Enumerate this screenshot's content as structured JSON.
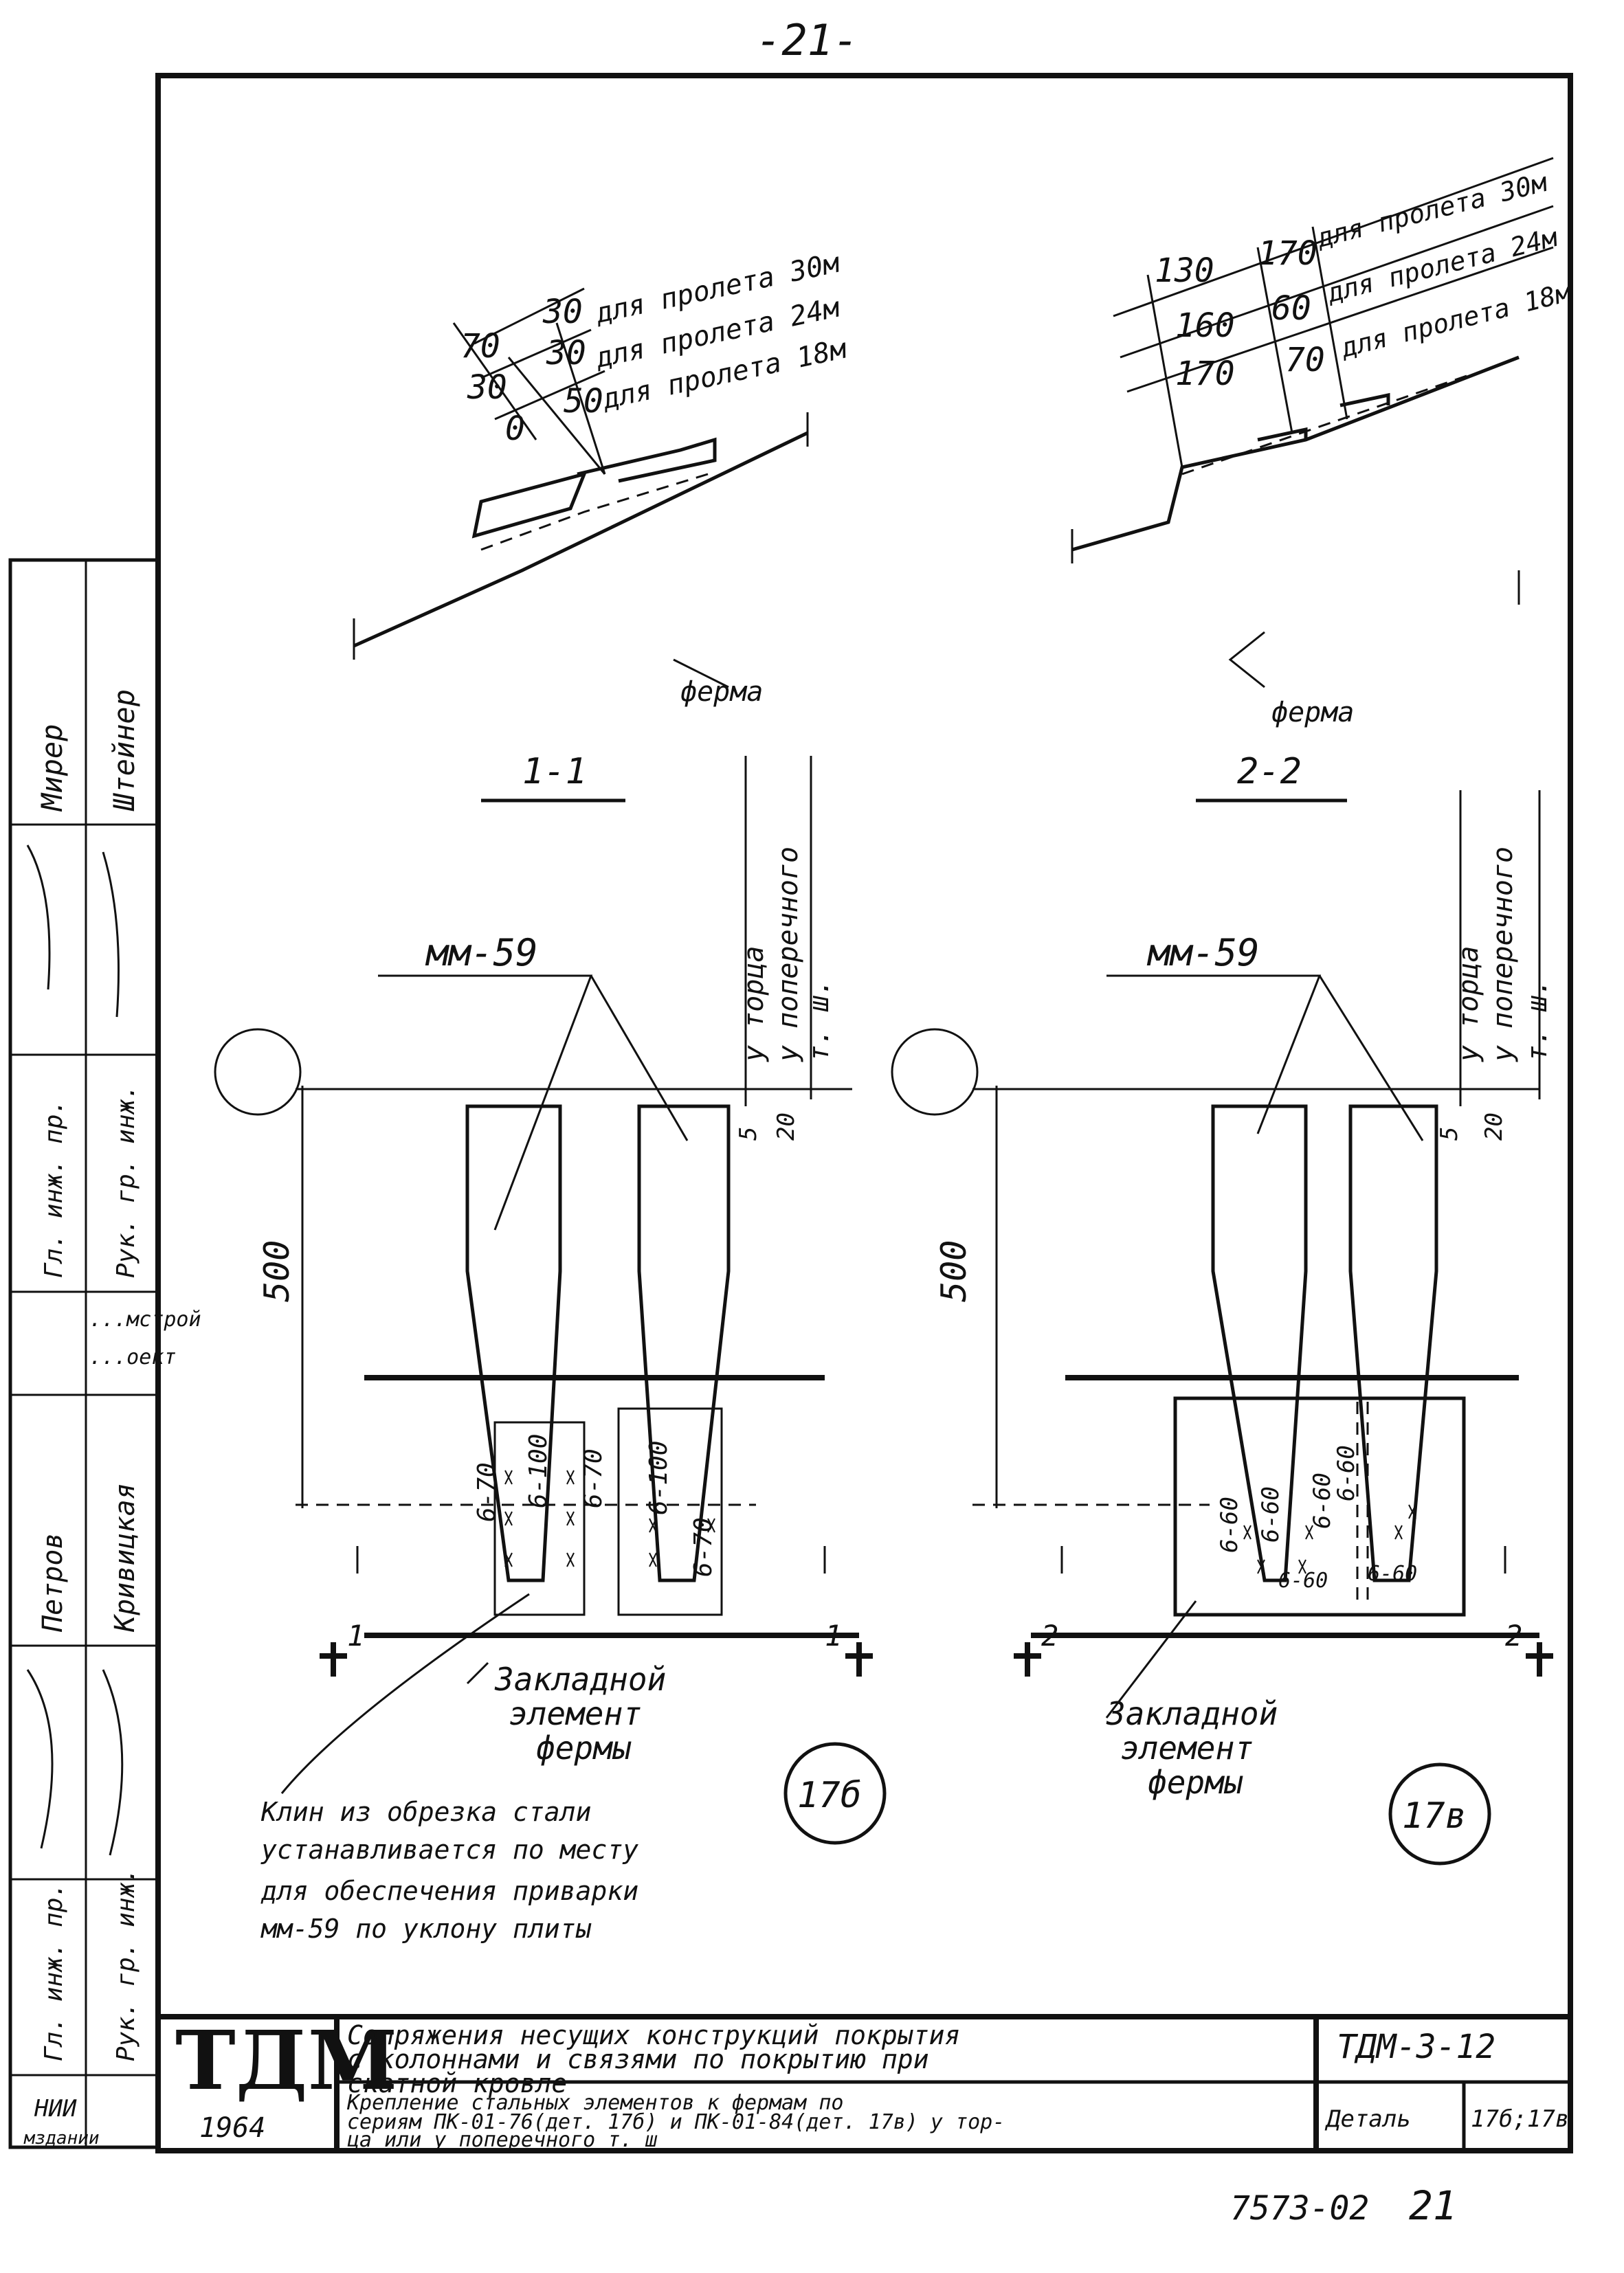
{
  "page_number": "-21-",
  "footer_stamp": "7573-02",
  "footer_page": "21",
  "sections": {
    "section1": "1-1",
    "section2": "2-2"
  },
  "top_left": {
    "dims": [
      "70",
      "30",
      "0",
      "30",
      "30",
      "50"
    ],
    "lines": [
      "для пролета 30м",
      "для пролета 24м",
      "для пролета 18м"
    ],
    "label": "ферма"
  },
  "top_right": {
    "dims": [
      "130",
      "160",
      "170",
      "170",
      "60",
      "70"
    ],
    "lines": [
      "для пролета 30м",
      "для пролета 24м",
      "для пролета 18м"
    ],
    "label": "ферма"
  },
  "bottom_left": {
    "part": "мм-59",
    "vertical_labels": [
      "у торца",
      "у поперечного",
      "т. ш."
    ],
    "dim_500": "500",
    "dim_5": "5",
    "dim_20": "20",
    "welds": [
      "6-70",
      "6-100",
      "6-70",
      "6-100",
      "6-70"
    ],
    "embedded": [
      "Закладной",
      "элемент",
      "фермы"
    ],
    "cut_marks": [
      "1",
      "1"
    ],
    "detail": "17б",
    "note": [
      "Клин из обрезка стали",
      "устанавливается по месту",
      "для обеспечения приварки",
      "мм-59 по уклону плиты"
    ]
  },
  "bottom_right": {
    "part": "мм-59",
    "vertical_labels": [
      "у торца",
      "у поперечного",
      "т. ш."
    ],
    "dim_500": "500",
    "dim_5": "5",
    "dim_20": "20",
    "welds": [
      "6-60",
      "6-60",
      "6-60",
      "6-60",
      "6-60",
      "6-60"
    ],
    "embedded": [
      "Закладной",
      "элемент",
      "фермы"
    ],
    "cut_marks": [
      "2",
      "2"
    ],
    "detail": "17в"
  },
  "left_strip": {
    "row1": [
      "Мирер",
      "Штейнер"
    ],
    "row2": [
      "Гл. инж. пр.",
      "Рук. гр. инж."
    ],
    "row3": [
      "...мстрой",
      "...оект"
    ],
    "row4": [
      "Петров",
      "Кривицкая"
    ],
    "row5": [
      "Гл. инж. пр.",
      "Рук. гр. инж."
    ]
  },
  "title_block": {
    "logo": "ТДМ",
    "year": "1964",
    "org1": "НИИ",
    "org2": "мздании",
    "title_lines": [
      "Сопряжения несущих конструкций покрытия",
      "с колоннами и связями по покрытию при",
      "скатной кровле"
    ],
    "subtitle_lines": [
      "Крепление стальных элементов к фермам по",
      "сериям ПК-01-76(дет. 17б) и ПК-01-84(дет. 17в) у тор-",
      "ца или у поперечного т. ш"
    ],
    "code": "ТДМ-3-12",
    "detail_label": "Деталь",
    "detail_value": "17б;17в"
  }
}
